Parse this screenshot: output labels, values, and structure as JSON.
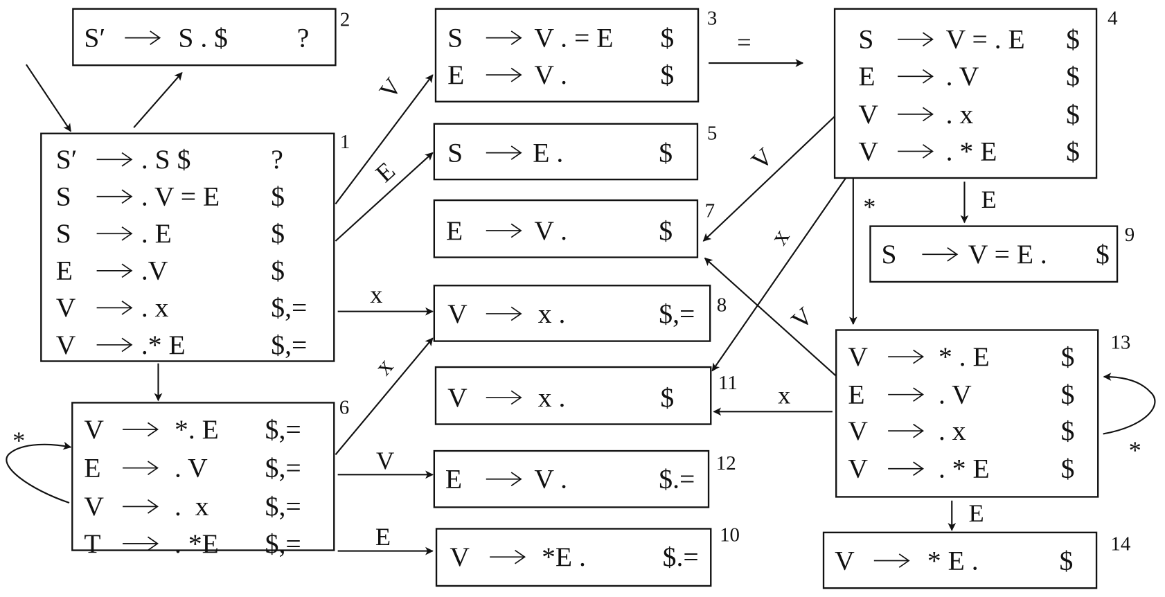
{
  "states": [
    {
      "id": "1",
      "items": [
        {
          "lhs": "S′",
          "rhs": ". S $",
          "lookahead": "?"
        },
        {
          "lhs": "S",
          "rhs": ". V = E",
          "lookahead": "$"
        },
        {
          "lhs": "S",
          "rhs": ". E",
          "lookahead": "$"
        },
        {
          "lhs": "E",
          "rhs": ".V",
          "lookahead": "$"
        },
        {
          "lhs": "V",
          "rhs": ". x",
          "lookahead": "$,="
        },
        {
          "lhs": "V",
          "rhs": ".* E",
          "lookahead": "$,="
        }
      ]
    },
    {
      "id": "2",
      "items": [
        {
          "lhs": "S′",
          "rhs": "S . $",
          "lookahead": "?"
        }
      ]
    },
    {
      "id": "3",
      "items": [
        {
          "lhs": "S",
          "rhs": "V . = E",
          "lookahead": "$"
        },
        {
          "lhs": "E",
          "rhs": "V .",
          "lookahead": "$"
        }
      ]
    },
    {
      "id": "4",
      "items": [
        {
          "lhs": "S",
          "rhs": "V = . E",
          "lookahead": "$"
        },
        {
          "lhs": "E",
          "rhs": ". V",
          "lookahead": "$"
        },
        {
          "lhs": "V",
          "rhs": ". x",
          "lookahead": "$"
        },
        {
          "lhs": "V",
          "rhs": ". * E",
          "lookahead": "$"
        }
      ]
    },
    {
      "id": "5",
      "items": [
        {
          "lhs": "S",
          "rhs": "E .",
          "lookahead": "$"
        }
      ]
    },
    {
      "id": "7",
      "items": [
        {
          "lhs": "E",
          "rhs": "V .",
          "lookahead": "$"
        }
      ]
    },
    {
      "id": "9",
      "items": [
        {
          "lhs": "S",
          "rhs": "V = E .",
          "lookahead": "$"
        }
      ]
    },
    {
      "id": "8",
      "items": [
        {
          "lhs": "V",
          "rhs": "x .",
          "lookahead": "$,="
        }
      ]
    },
    {
      "id": "11",
      "items": [
        {
          "lhs": "V",
          "rhs": "x .",
          "lookahead": "$"
        }
      ]
    },
    {
      "id": "13",
      "items": [
        {
          "lhs": "V",
          "rhs": "* . E",
          "lookahead": "$"
        },
        {
          "lhs": "E",
          "rhs": ". V",
          "lookahead": "$"
        },
        {
          "lhs": "V",
          "rhs": ". x",
          "lookahead": "$"
        },
        {
          "lhs": "V",
          "rhs": ". * E",
          "lookahead": "$"
        }
      ]
    },
    {
      "id": "6",
      "items": [
        {
          "lhs": "V",
          "rhs": "*. E",
          "lookahead": "$,="
        },
        {
          "lhs": "E",
          "rhs": ". V",
          "lookahead": "$,="
        },
        {
          "lhs": "V",
          "rhs": ".  x",
          "lookahead": "$,="
        },
        {
          "lhs": "T",
          "rhs": ". *E",
          "lookahead": "$,="
        }
      ]
    },
    {
      "id": "12",
      "items": [
        {
          "lhs": "E",
          "rhs": "V .",
          "lookahead": "$.="
        }
      ]
    },
    {
      "id": "10",
      "items": [
        {
          "lhs": "V",
          "rhs": "*E .",
          "lookahead": "$.="
        }
      ]
    },
    {
      "id": "14",
      "items": [
        {
          "lhs": "V",
          "rhs": "* E .",
          "lookahead": "$"
        }
      ]
    }
  ],
  "edges": [
    {
      "from": "start",
      "to": "1",
      "label": ""
    },
    {
      "from": "1",
      "to": "2",
      "label": ""
    },
    {
      "from": "1",
      "to": "3",
      "label": "V"
    },
    {
      "from": "1",
      "to": "5",
      "label": "E"
    },
    {
      "from": "1",
      "to": "8",
      "label": "x"
    },
    {
      "from": "1",
      "to": "6",
      "label": ""
    },
    {
      "from": "6",
      "to": "8",
      "label": "x"
    },
    {
      "from": "6",
      "to": "12",
      "label": "V"
    },
    {
      "from": "6",
      "to": "10",
      "label": "E"
    },
    {
      "from": "6",
      "to": "6",
      "label": "*"
    },
    {
      "from": "3",
      "to": "4",
      "label": "="
    },
    {
      "from": "4",
      "to": "7",
      "label": "V"
    },
    {
      "from": "4",
      "to": "11",
      "label": "x"
    },
    {
      "from": "4",
      "to": "13",
      "label": "*"
    },
    {
      "from": "4",
      "to": "9",
      "label": "E"
    },
    {
      "from": "13",
      "to": "7",
      "label": "V"
    },
    {
      "from": "13",
      "to": "11",
      "label": "x"
    },
    {
      "from": "13",
      "to": "13",
      "label": "*"
    },
    {
      "from": "13",
      "to": "14",
      "label": "E"
    }
  ]
}
